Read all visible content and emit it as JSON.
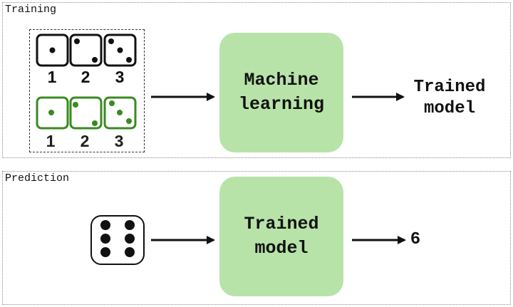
{
  "training": {
    "panel_label": "Training",
    "dice_labels": [
      "1",
      "2",
      "3"
    ],
    "dice_green_labels": [
      "1",
      "2",
      "3"
    ],
    "dice_face_values": [
      1,
      2,
      3
    ],
    "process_line1": "Machine",
    "process_line2": "learning",
    "output_line1": "Trained",
    "output_line2": "model"
  },
  "prediction": {
    "panel_label": "Prediction",
    "input_die_value": 6,
    "process_line1": "Trained",
    "process_line2": "model",
    "output": "6"
  },
  "colors": {
    "process_fill": "#b7e3a8",
    "green_dice": "#3a8a22",
    "black": "#111111"
  }
}
